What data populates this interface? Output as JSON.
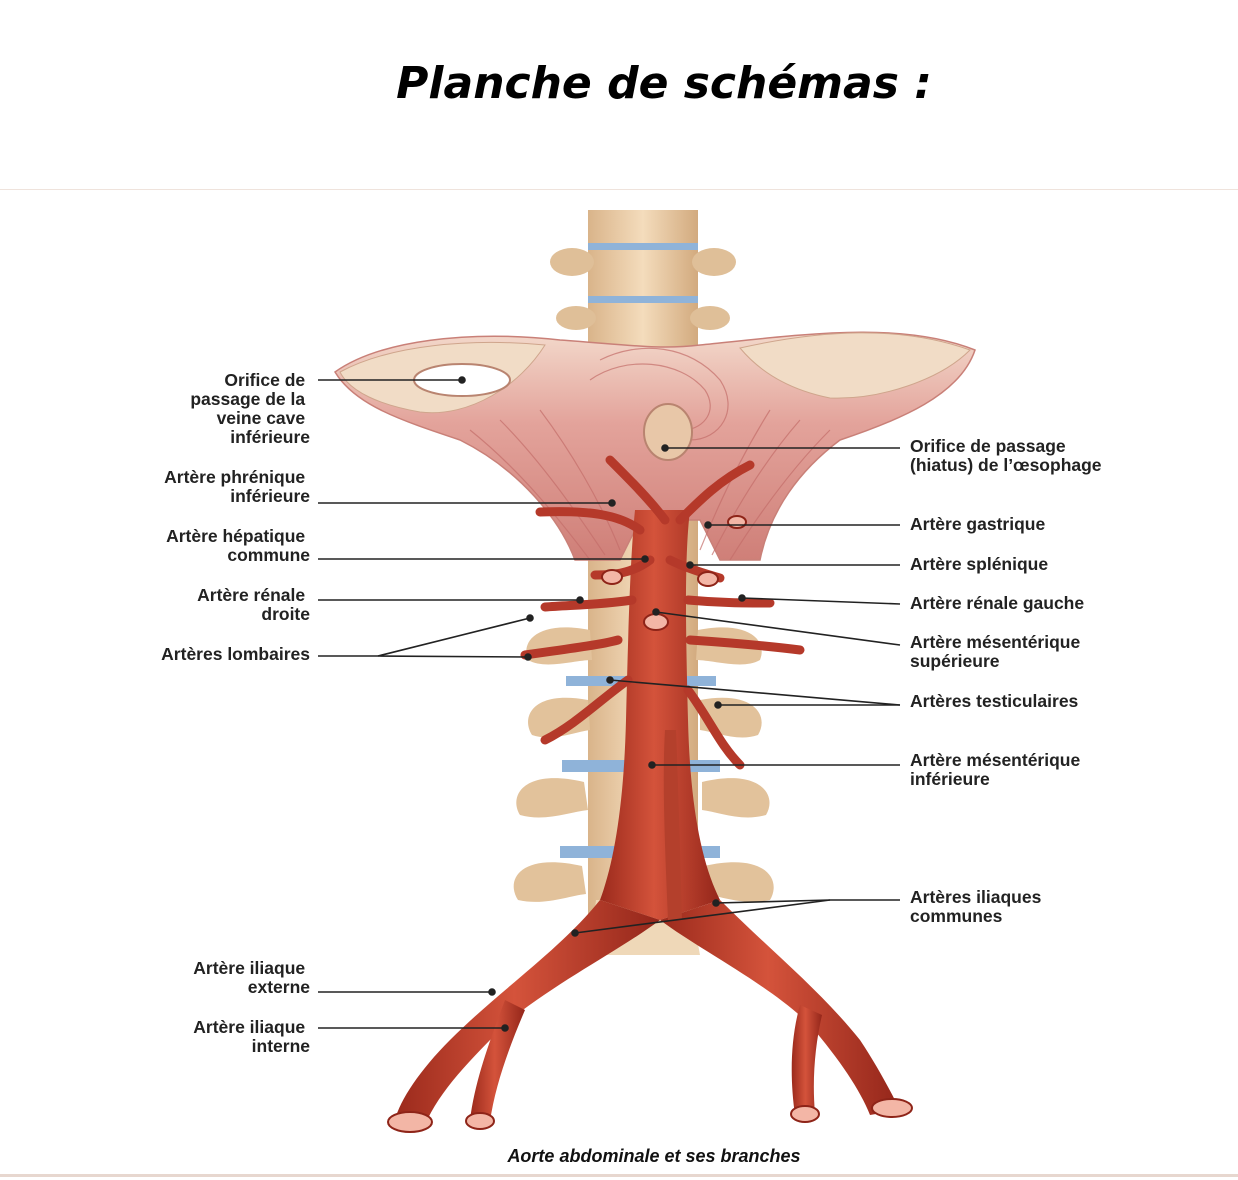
{
  "title": "Planche de schémas :",
  "caption": "Aorte abdominale et ses branches",
  "labels_left": {
    "ivc_orifice": [
      "Orifice de",
      "passage de la",
      "veine cave",
      "inférieure"
    ],
    "phrenic": [
      "Artère phrénique",
      "inférieure"
    ],
    "hepatic": [
      "Artère hépatique",
      "commune"
    ],
    "renal_right": [
      "Artère rénale",
      "droite"
    ],
    "lumbar": [
      "Artères lombaires"
    ],
    "iliac_ext": [
      "Artère iliaque",
      "externe"
    ],
    "iliac_int": [
      "Artère iliaque",
      "interne"
    ]
  },
  "labels_right": {
    "esophagus": [
      "Orifice de passage",
      "(hiatus) de l’œsophage"
    ],
    "gastric": [
      "Artère gastrique"
    ],
    "splenic": [
      "Artère splénique"
    ],
    "renal_left": [
      "Artère rénale gauche"
    ],
    "sup_mesenteric": [
      "Artère mésentérique",
      "supérieure"
    ],
    "testicular": [
      "Artères testiculaires"
    ],
    "inf_mesenteric": [
      "Artère mésentérique",
      "inférieure"
    ],
    "common_iliac": [
      "Artères iliaques",
      "communes"
    ]
  },
  "colors": {
    "artery": "#c0392b",
    "artery_dark": "#8e2418",
    "bone": "#e9c9a0",
    "disc": "#8fb3d9",
    "diaphragm": "#e7a9a3",
    "tendon": "#f1e0cc"
  }
}
